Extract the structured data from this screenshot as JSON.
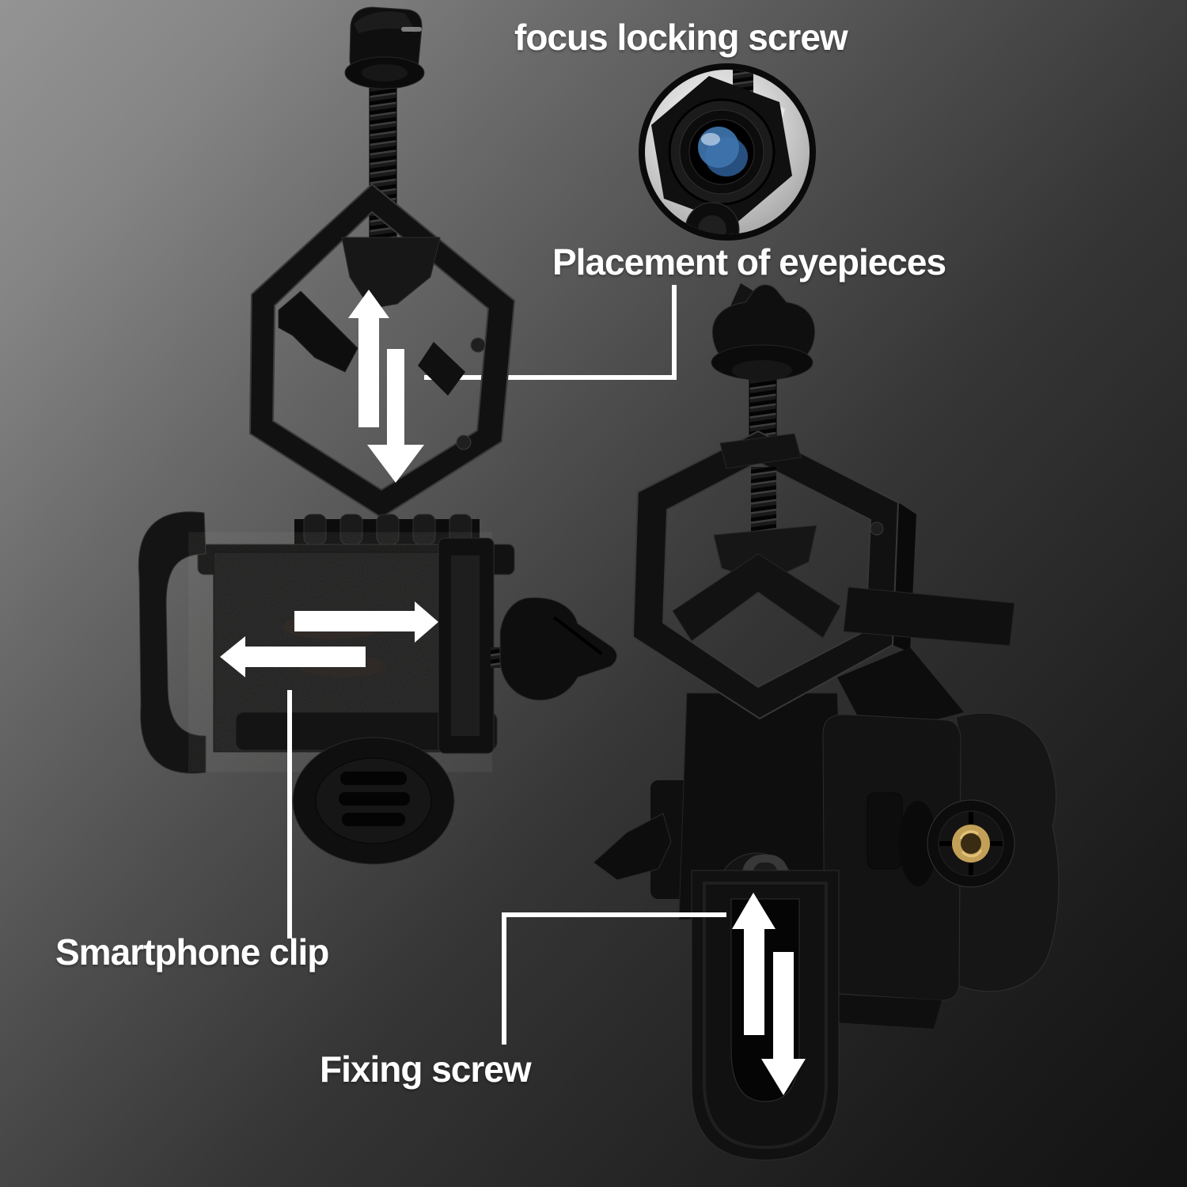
{
  "colors": {
    "label_text": "#ffffff",
    "callout": "#ffffff",
    "arrow": "#ffffff",
    "lens_blue": "#3f74ad",
    "lens_blue_deep": "#274f80",
    "tripod_thread_gold": "#c2a057",
    "plastic_black": "#111111"
  },
  "labels": {
    "focus_locking_screw": "focus locking screw",
    "placement_of_eyepieces": "Placement of eyepieces",
    "smartphone_clip": "Smartphone clip",
    "fixing_screw": "Fixing screw"
  },
  "arrows": [
    {
      "name": "eyepiece-clamp-up",
      "direction": "up"
    },
    {
      "name": "eyepiece-clamp-down",
      "direction": "down"
    },
    {
      "name": "clip-expand-right",
      "direction": "right"
    },
    {
      "name": "clip-expand-left",
      "direction": "left"
    },
    {
      "name": "fixing-screw-up",
      "direction": "up"
    },
    {
      "name": "fixing-screw-down",
      "direction": "down"
    }
  ]
}
